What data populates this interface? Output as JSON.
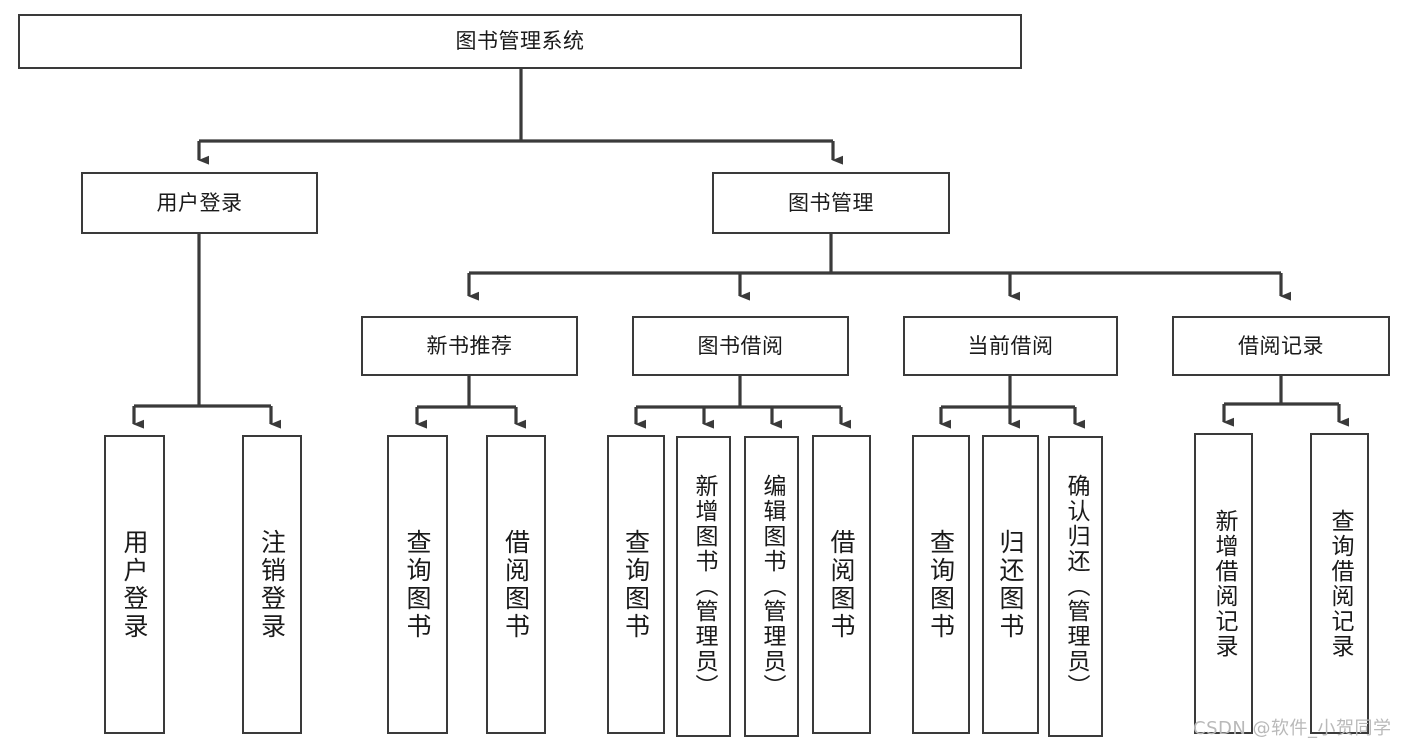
{
  "diagram": {
    "type": "tree-hierarchy-flowchart",
    "title": "图书管理系统",
    "watermark": "CSDN @软件_小贺同学",
    "colors": {
      "box_stroke": "#3a3a3a",
      "box_fill": "#ffffff",
      "connector": "#3a3a3a",
      "text": "#1a1a1a",
      "watermark": "#b9b9b9",
      "background": "#ffffff"
    },
    "root": {
      "id": "root",
      "label": "图书管理系统"
    },
    "level2": [
      {
        "id": "login",
        "label": "用户登录"
      },
      {
        "id": "bookmgmt",
        "label": "图书管理"
      }
    ],
    "level3": [
      {
        "id": "newbook",
        "label": "新书推荐"
      },
      {
        "id": "borrow",
        "label": "图书借阅"
      },
      {
        "id": "current",
        "label": "当前借阅"
      },
      {
        "id": "records",
        "label": "借阅记录"
      }
    ],
    "leaves": {
      "login": [
        {
          "id": "leaf-user-login",
          "label": "用户登录"
        },
        {
          "id": "leaf-logout",
          "label": "注销登录"
        }
      ],
      "newbook": [
        {
          "id": "leaf-query-book-1",
          "label": "查询图书"
        },
        {
          "id": "leaf-borrow-book-1",
          "label": "借阅图书"
        }
      ],
      "borrow": [
        {
          "id": "leaf-query-book-2",
          "label": "查询图书"
        },
        {
          "id": "leaf-add-book",
          "label": "新增图书（管理员）"
        },
        {
          "id": "leaf-edit-book",
          "label": "编辑图书（管理员）"
        },
        {
          "id": "leaf-borrow-book-2",
          "label": "借阅图书"
        }
      ],
      "current": [
        {
          "id": "leaf-query-book-3",
          "label": "查询图书"
        },
        {
          "id": "leaf-return-book",
          "label": "归还图书"
        },
        {
          "id": "leaf-confirm-return",
          "label": "确认归还（管理员）"
        }
      ],
      "records": [
        {
          "id": "leaf-add-record",
          "label": "新增借阅记录"
        },
        {
          "id": "leaf-query-record",
          "label": "查询借阅记录"
        }
      ]
    }
  }
}
